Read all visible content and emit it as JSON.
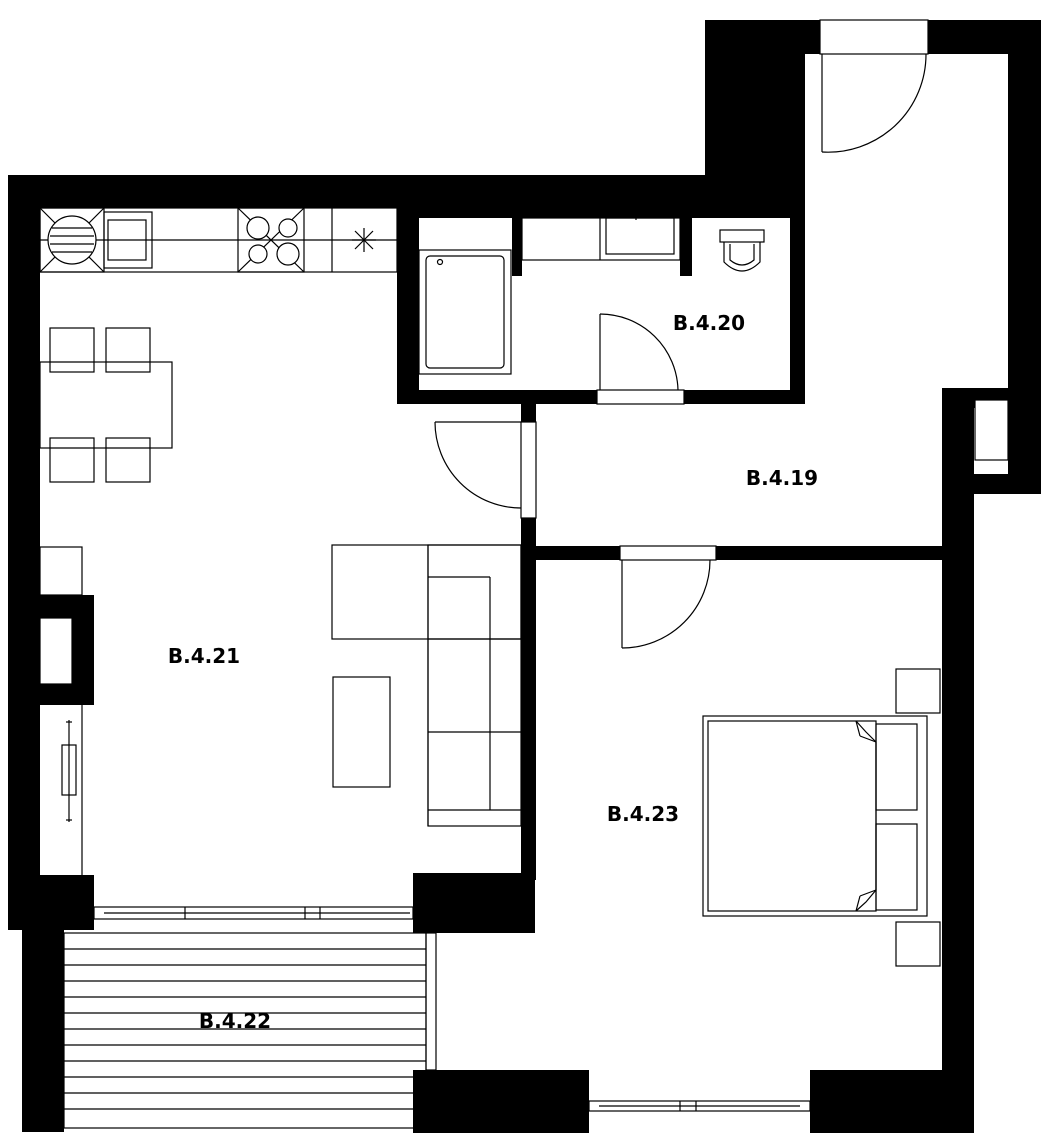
{
  "floorplan": {
    "rooms": [
      {
        "id": "B.4.19",
        "label": "B.4.19"
      },
      {
        "id": "B.4.20",
        "label": "B.4.20"
      },
      {
        "id": "B.4.21",
        "label": "B.4.21"
      },
      {
        "id": "B.4.22",
        "label": "B.4.22"
      },
      {
        "id": "B.4.23",
        "label": "B.4.23"
      }
    ]
  },
  "colors": {
    "wall": "#000000",
    "line": "#000000",
    "background": "#ffffff"
  },
  "icons": [
    "door-swing-icon",
    "bathtub-icon",
    "toilet-icon",
    "sink-icon",
    "stove-icon",
    "washing-machine-icon",
    "bed-icon",
    "sofa-icon",
    "dining-table-icon",
    "chair-icon",
    "window-icon",
    "balcony-decking-icon"
  ]
}
